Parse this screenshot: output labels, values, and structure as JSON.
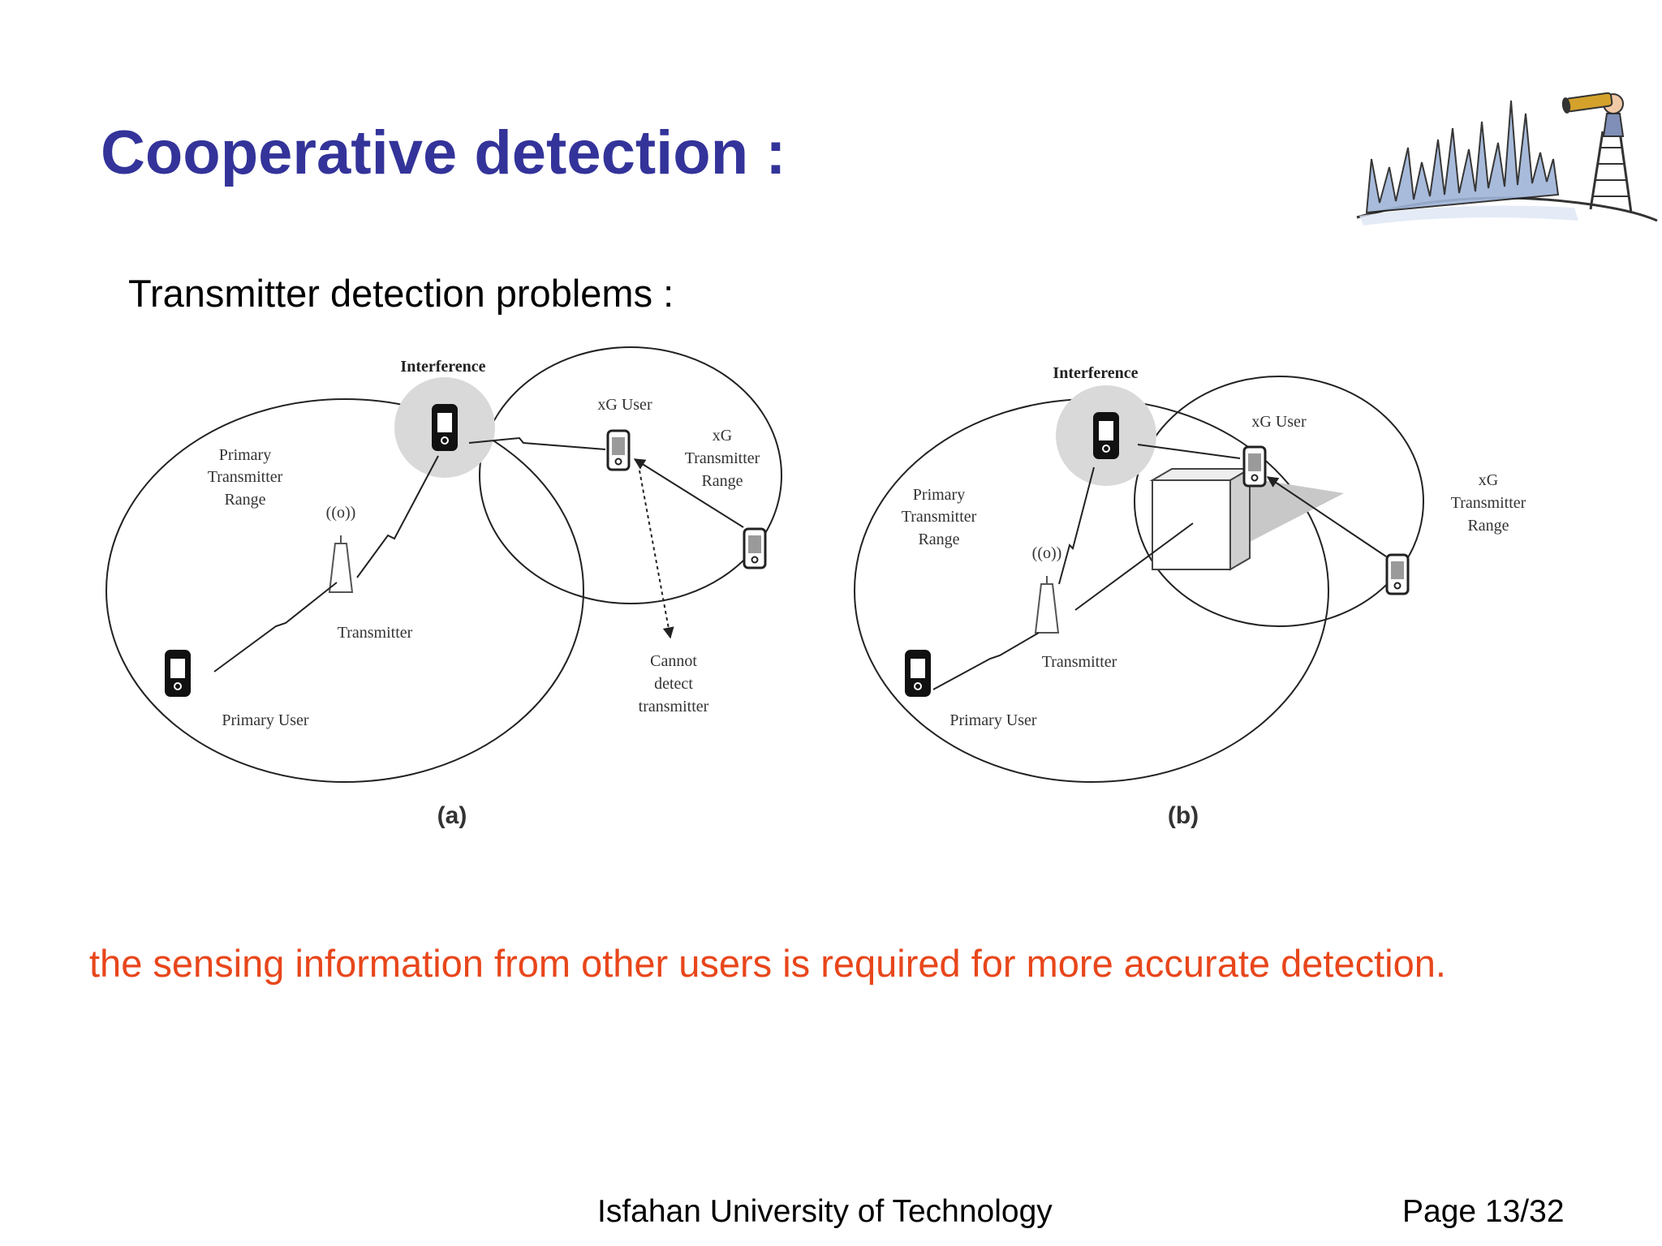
{
  "slide": {
    "title": "Cooperative detection :",
    "subtitle": "Transmitter detection problems :",
    "note": "the sensing information from other users is required for more accurate detection.",
    "footer_institution": "Isfahan University of Technology",
    "footer_page": "Page 13/32"
  },
  "diagram_a": {
    "caption": "(a)",
    "interference": "Interference",
    "xg_user": "xG User",
    "xg_range": [
      "xG",
      "Transmitter",
      "Range"
    ],
    "primary_range": [
      "Primary",
      "Transmitter",
      "Range"
    ],
    "transmitter": "Transmitter",
    "primary_user": "Primary User",
    "cannot_detect": [
      "Cannot",
      "detect",
      "transmitter"
    ]
  },
  "diagram_b": {
    "caption": "(b)",
    "interference": "Interference",
    "xg_user": "xG User",
    "xg_range": [
      "xG",
      "Transmitter",
      "Range"
    ],
    "primary_range": [
      "Primary",
      "Transmitter",
      "Range"
    ],
    "transmitter": "Transmitter",
    "primary_user": "Primary User"
  },
  "colors": {
    "title": "#33339a",
    "note": "#e8461b",
    "interference_fill": "#d9d9d9"
  },
  "icons": [
    "telescope-watcher-illustration",
    "antenna-icon",
    "phone-icon"
  ]
}
